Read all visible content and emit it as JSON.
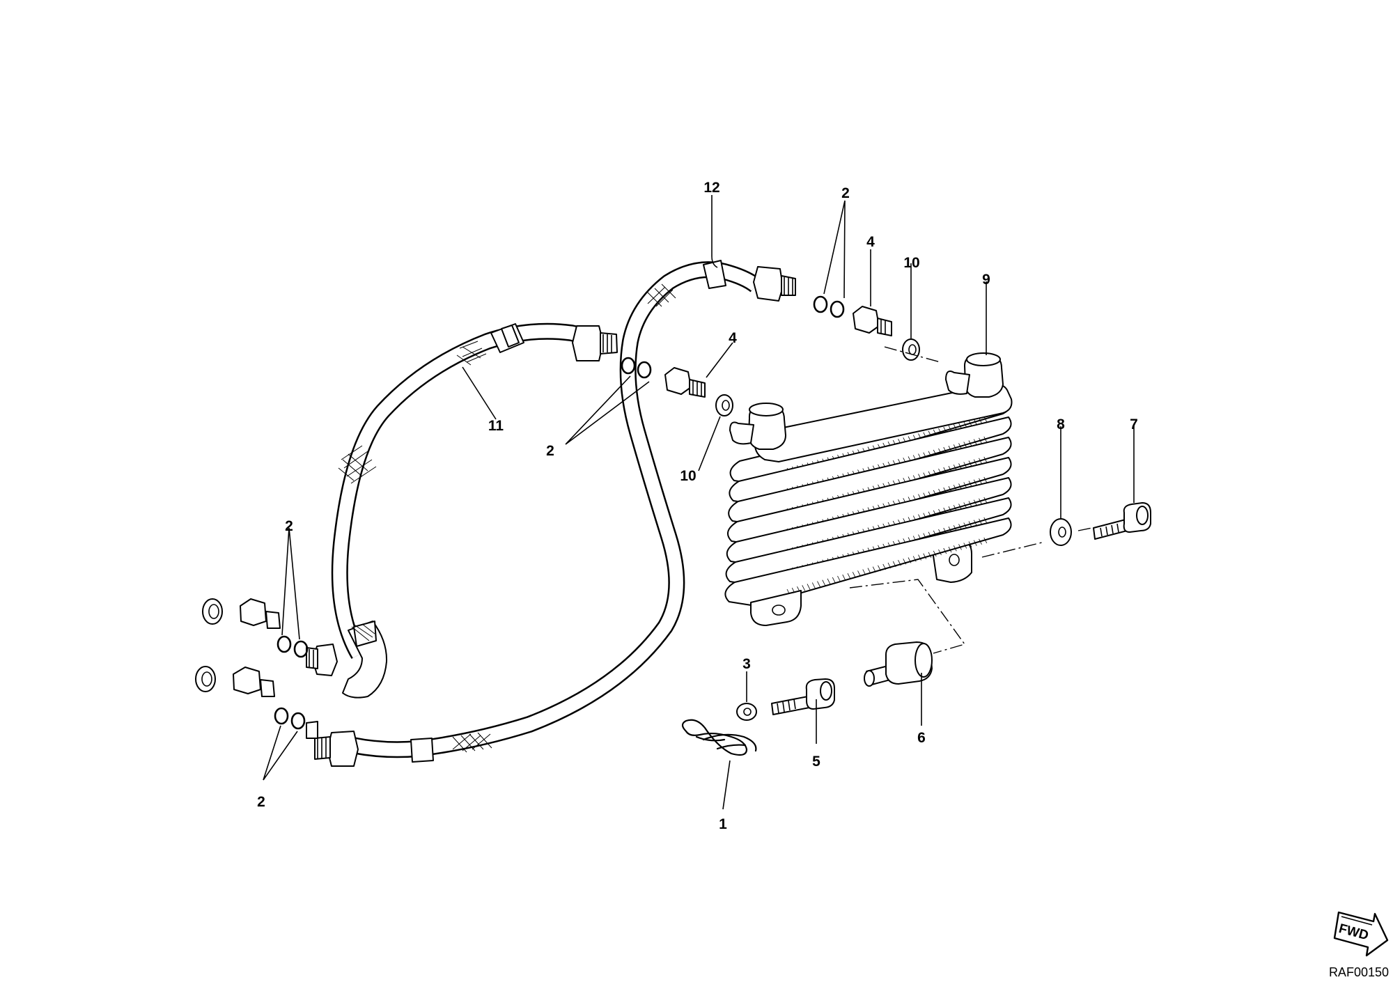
{
  "diagram": {
    "drawing_code": "RAF00150",
    "direction_badge": "FWD",
    "callouts": {
      "c1": "1",
      "c2": "2",
      "c3": "3",
      "c4": "4",
      "c5": "5",
      "c6": "6",
      "c7": "7",
      "c8": "8",
      "c9": "9",
      "c10": "10",
      "c11": "11",
      "c12": "12"
    }
  }
}
